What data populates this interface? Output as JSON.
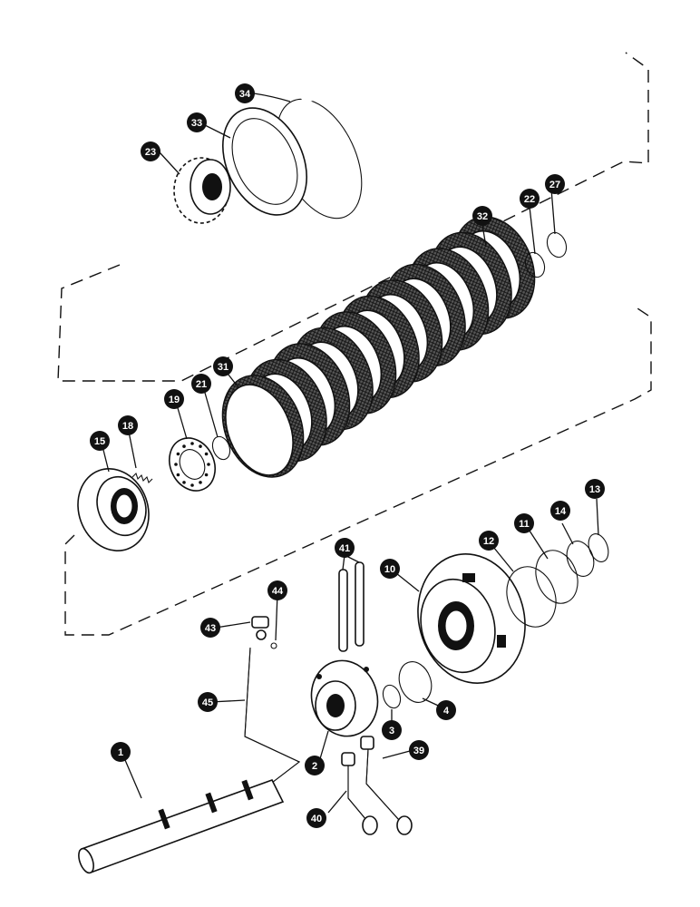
{
  "callouts": [
    {
      "id": "c34",
      "label": "34"
    },
    {
      "id": "c33",
      "label": "33"
    },
    {
      "id": "c23",
      "label": "23"
    },
    {
      "id": "c32",
      "label": "32"
    },
    {
      "id": "c22",
      "label": "22"
    },
    {
      "id": "c27",
      "label": "27"
    },
    {
      "id": "c31",
      "label": "31"
    },
    {
      "id": "c21",
      "label": "21"
    },
    {
      "id": "c19",
      "label": "19"
    },
    {
      "id": "c18",
      "label": "18"
    },
    {
      "id": "c15",
      "label": "15"
    },
    {
      "id": "c41",
      "label": "41"
    },
    {
      "id": "c44",
      "label": "44"
    },
    {
      "id": "c43",
      "label": "43"
    },
    {
      "id": "c45",
      "label": "45"
    },
    {
      "id": "c10",
      "label": "10"
    },
    {
      "id": "c12",
      "label": "12"
    },
    {
      "id": "c11",
      "label": "11"
    },
    {
      "id": "c14",
      "label": "14"
    },
    {
      "id": "c13",
      "label": "13"
    },
    {
      "id": "c4",
      "label": "4"
    },
    {
      "id": "c3",
      "label": "3"
    },
    {
      "id": "c2",
      "label": "2"
    },
    {
      "id": "c1",
      "label": "1"
    },
    {
      "id": "c39",
      "label": "39"
    },
    {
      "id": "c40",
      "label": "40"
    }
  ],
  "colors": {
    "ink": "#111111",
    "paper": "#ffffff"
  }
}
